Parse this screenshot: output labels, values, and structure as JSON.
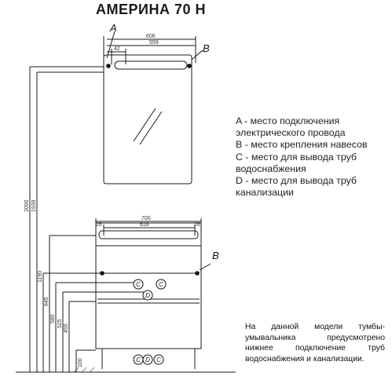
{
  "title": "АМЕРИНА 70 Н",
  "legend": [
    "A - место подключения",
    "электрического провода",
    "B - место крепления навесов",
    "C - место для вывода труб",
    "водоснабжения",
    "D - место для вывода труб",
    "канализации"
  ],
  "note": "На данной модели тумбы-умывальника предусмотрено нижнее подключение труб водоснабжения и канализации.",
  "markers": {
    "a": "A",
    "b_top": "B",
    "b_mid": "B",
    "c_left": "C",
    "c_right": "C",
    "d_mid": "D",
    "c_bottom_left": "C",
    "d_bottom": "D",
    "c_bottom_right": "C"
  },
  "mirror_dims": {
    "overall": "606",
    "inner": "559",
    "small": "42"
  },
  "cabinet_dims": {
    "overall": "700",
    "inner": "618",
    "left": "26",
    "right": "26"
  },
  "vertical_dims": [
    "2000",
    "1939",
    "1190",
    "845",
    "580",
    "525",
    "455",
    "100"
  ],
  "colors": {
    "line": "#1a1a1a",
    "dim": "#333333",
    "marker": "#111111"
  }
}
